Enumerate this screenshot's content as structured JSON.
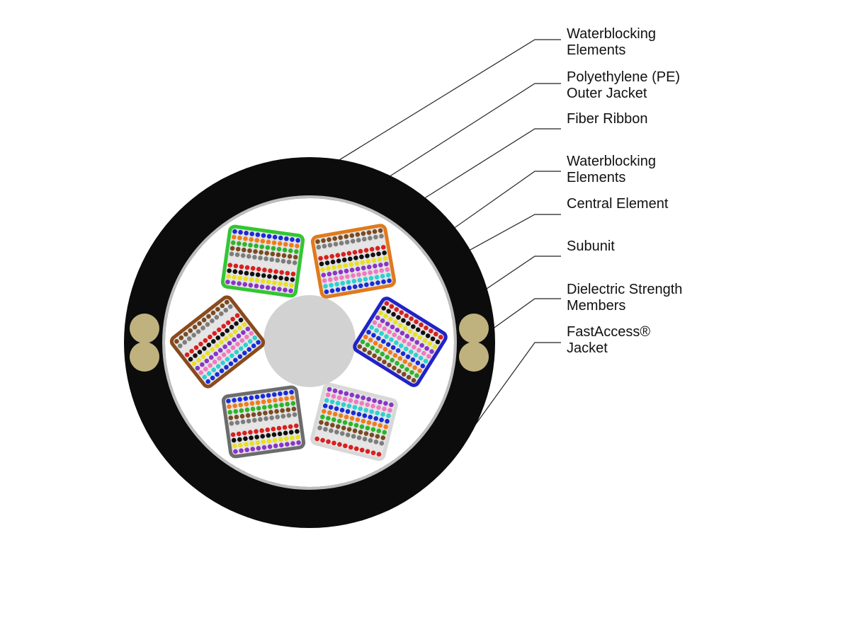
{
  "colors": {
    "outer_jacket": "#0c0c0c",
    "inner_fill": "#ffffff",
    "central_element": "#d2d2d2",
    "strength_member": "#bfb27e",
    "leader_line": "#222222",
    "fiber_palette": [
      "#1a2bd6",
      "#f07c1a",
      "#2bb52b",
      "#7a4a22",
      "#7d7d7d",
      "#e6e6e6",
      "#d8201e",
      "#111111",
      "#e8e020",
      "#8a35c8",
      "#f07ac0",
      "#2ed0d0"
    ]
  },
  "subunits": [
    {
      "name": "green-subunit",
      "border_color": "#33c633"
    },
    {
      "name": "orange-subunit",
      "border_color": "#e07a1c"
    },
    {
      "name": "blue-subunit",
      "border_color": "#2222c8"
    },
    {
      "name": "white-subunit",
      "border_color": "#d8d8d8"
    },
    {
      "name": "gray-subunit",
      "border_color": "#6c6c6c"
    },
    {
      "name": "brown-subunit",
      "border_color": "#8a4a1c"
    }
  ],
  "labels": [
    {
      "lines": [
        "Waterblocking",
        "Elements"
      ]
    },
    {
      "lines": [
        "Polyethylene (PE)",
        "Outer Jacket"
      ]
    },
    {
      "lines": [
        "Fiber Ribbon"
      ]
    },
    {
      "lines": [
        "Waterblocking",
        "Elements"
      ]
    },
    {
      "lines": [
        "Central Element"
      ]
    },
    {
      "lines": [
        "Subunit"
      ]
    },
    {
      "lines": [
        "Dielectric Strength",
        "Members"
      ]
    },
    {
      "lines": [
        "FastAccess®",
        "Jacket"
      ]
    }
  ]
}
